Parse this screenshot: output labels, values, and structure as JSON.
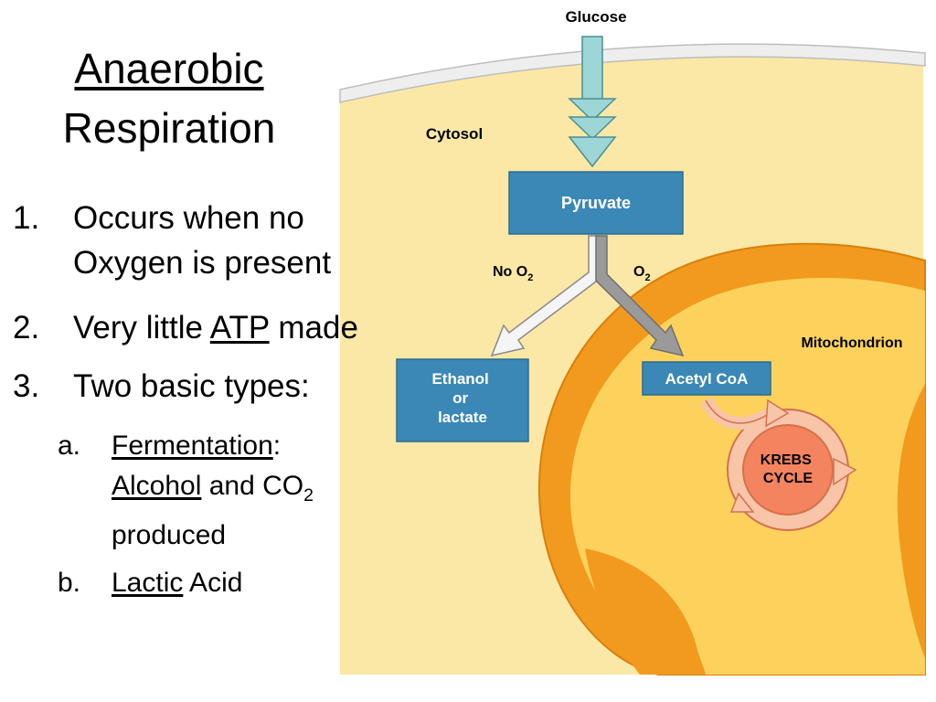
{
  "slide": {
    "title_line1": "Anaerobic",
    "title_line2": "Respiration"
  },
  "list": {
    "item1": {
      "num": "1.",
      "line1": "Occurs when no",
      "line2": "Oxygen is present"
    },
    "item2": {
      "num": "2.",
      "pre": "Very little ",
      "atp": "ATP",
      "post": " made"
    },
    "item3": {
      "num": "3.",
      "text": "Two basic types:"
    },
    "sub_a": {
      "num": "a.",
      "term": "Fermentation",
      "colon": ":",
      "alcohol": "Alcohol",
      "and_co": " and CO",
      "co_sub": "2",
      "produced": "produced"
    },
    "sub_b": {
      "num": "b.",
      "lactic": "Lactic",
      "acid": " Acid"
    }
  },
  "diagram": {
    "glucose": "Glucose",
    "cytosol": "Cytosol",
    "pyruvate": "Pyruvate",
    "no_o2": "No O",
    "no_o2_sub": "2",
    "o2": "O",
    "o2_sub": "2",
    "mitochondrion": "Mitochondrion",
    "ethanol_l1": "Ethanol",
    "ethanol_l2": "or",
    "ethanol_l3": "lactate",
    "acetyl": "Acetyl CoA",
    "krebs_l1": "KREBS",
    "krebs_l2": "CYCLE"
  },
  "colors": {
    "cytosol": "#fbe8a6",
    "membrane": "#f0f0f0",
    "mito_outer": "#f29a1e",
    "mito_inner": "#fcd25c",
    "box_blue": "#3b88b6",
    "glucose_arrow": "#9dd6d6",
    "krebs": "#f4845f"
  }
}
